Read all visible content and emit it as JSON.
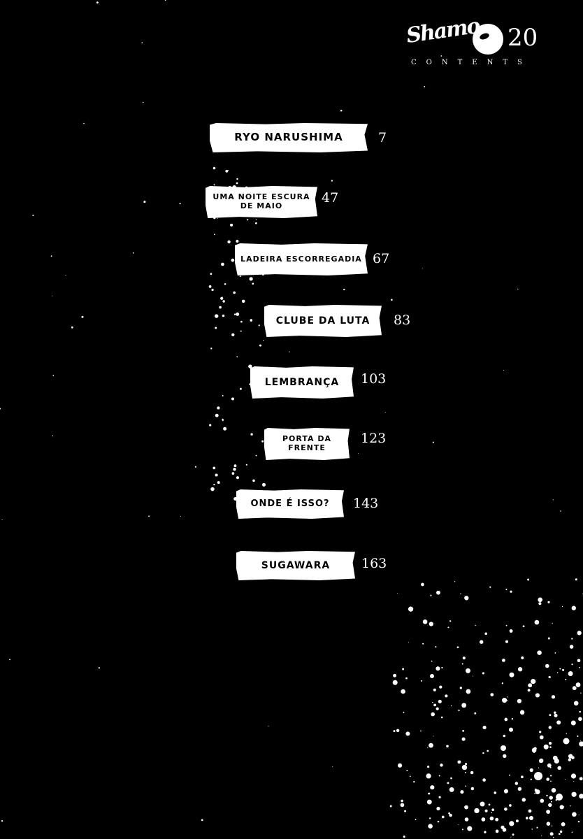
{
  "header": {
    "logo_text": "Shamo",
    "volume_number": "20",
    "contents_label": "CONTENTS"
  },
  "toc": [
    {
      "title": "RYO NARUSHIMA",
      "page": "7"
    },
    {
      "title": "UMA NOITE ESCURA DE MAIO",
      "page": "47"
    },
    {
      "title": "LADEIRA ESCORREGADIA",
      "page": "67"
    },
    {
      "title": "CLUBE DA LUTA",
      "page": "83"
    },
    {
      "title": "LEMBRANÇA",
      "page": "103"
    },
    {
      "title": "PORTA DA FRENTE",
      "page": "123"
    },
    {
      "title": "ONDE É ISSO?",
      "page": "143"
    },
    {
      "title": "SUGAWARA",
      "page": "163"
    }
  ],
  "colors": {
    "background": "#000000",
    "label_background": "#ffffff",
    "label_text": "#000000",
    "page_number": "#ffffff"
  }
}
